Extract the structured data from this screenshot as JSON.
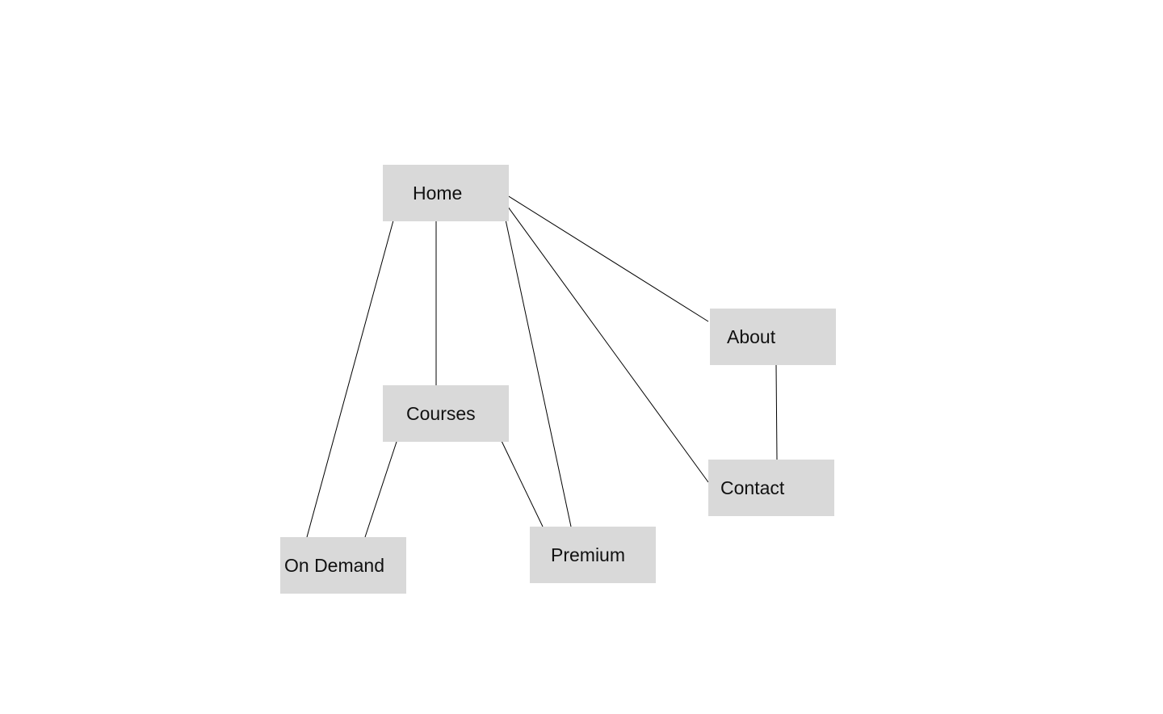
{
  "diagram": {
    "nodes": {
      "home": "Home",
      "about": "About",
      "courses": "Courses",
      "contact": "Contact",
      "premium": "Premium",
      "on_demand": "On Demand"
    },
    "connections": [
      [
        "Home",
        "On Demand"
      ],
      [
        "Home",
        "Courses"
      ],
      [
        "Home",
        "Premium"
      ],
      [
        "Home",
        "Contact"
      ],
      [
        "Home",
        "About"
      ],
      [
        "About",
        "Contact"
      ],
      [
        "Courses",
        "On Demand"
      ],
      [
        "Courses",
        "Premium"
      ]
    ],
    "colors": {
      "node_fill": "#d9d9d9",
      "edge": "#000000",
      "background": "#ffffff"
    }
  }
}
